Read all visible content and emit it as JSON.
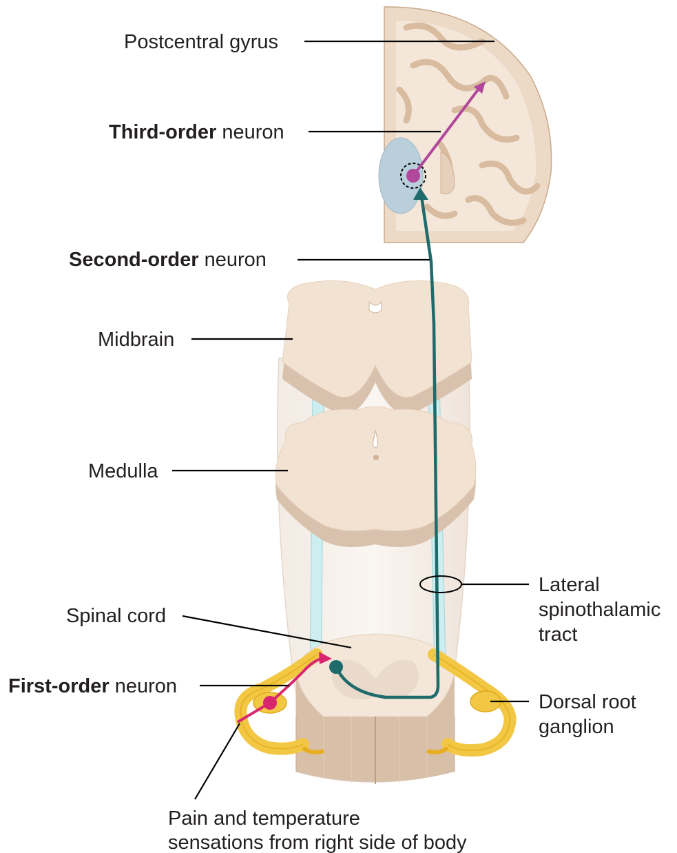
{
  "labels": {
    "postcentral_gyrus": "Postcentral gyrus",
    "third_order_bold": "Third-order",
    "third_order_rest": " neuron",
    "second_order_bold": "Second-order",
    "second_order_rest": " neuron",
    "midbrain": "Midbrain",
    "medulla": "Medulla",
    "spinal_cord": "Spinal cord",
    "first_order_bold": "First-order",
    "first_order_rest": " neuron",
    "lateral_tract_line1": "Lateral",
    "lateral_tract_line2": "spinothalamic",
    "lateral_tract_line3": "tract",
    "drg_line1": "Dorsal root",
    "drg_line2": "ganglion",
    "pain_line1": "Pain and temperature",
    "pain_line2": "sensations from right side of body"
  },
  "colors": {
    "third_order_neuron": "#b0479b",
    "second_order_neuron": "#1f6b6b",
    "first_order_neuron": "#d8266f",
    "ganglion": "#f2c744",
    "tissue": "#f2e2d2",
    "tract": "#cdeef0",
    "thalamus": "#b9cfdc"
  }
}
